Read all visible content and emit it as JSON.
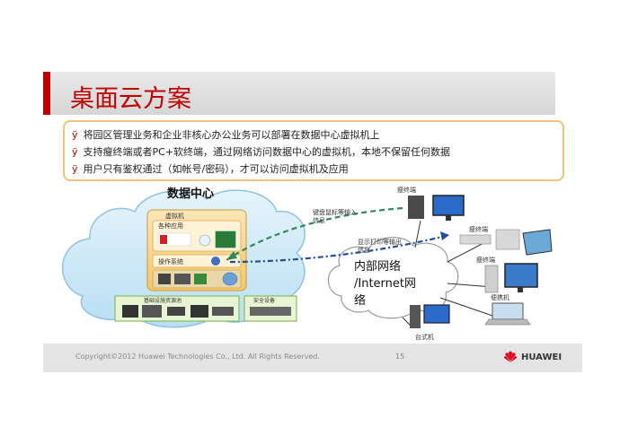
{
  "title": "桌面云方案",
  "bullets": [
    "将园区管理业务和企业非核心办公业务可以部署在数据中心虚拟机上",
    "支持瘦终端或者PC+软终端，通过网络访问数据中心的虚拟机，本地不保留任何数据",
    "用户只有鉴权通过（如帐号/密码），才可以访问虚拟机及应用"
  ],
  "bullet_mark": "ÿ",
  "diagram": {
    "datacenter_label": "数据中心",
    "vm_label": "虚拟机",
    "apps_label": "各种应用",
    "os_label": "操作系统",
    "infra_label": "基础设施资源池",
    "security_label": "安全设备",
    "network_label_lines": [
      "内部网络",
      "/Internet网",
      "络"
    ],
    "signal_label_1": [
      "键盘鼠标等输入",
      "信息"
    ],
    "signal_label_2": [
      "显示打印等输出",
      "信息"
    ],
    "terminals": {
      "thin_1": "瘦终端",
      "thin_2": "瘦终端",
      "thin_3": "瘦终端",
      "laptop": "便携机",
      "desktop": "台式机"
    },
    "colors": {
      "input_dash": "#2e8b57",
      "output_dash": "#1f4e9c",
      "cloud_fill": "#cfe8f8",
      "title_red": "#c00000"
    }
  },
  "footer": {
    "copyright": "Copyright©2012 Huawei Technologies Co., Ltd. All Rights Reserved.",
    "page": "15",
    "brand": "HUAWEI"
  }
}
